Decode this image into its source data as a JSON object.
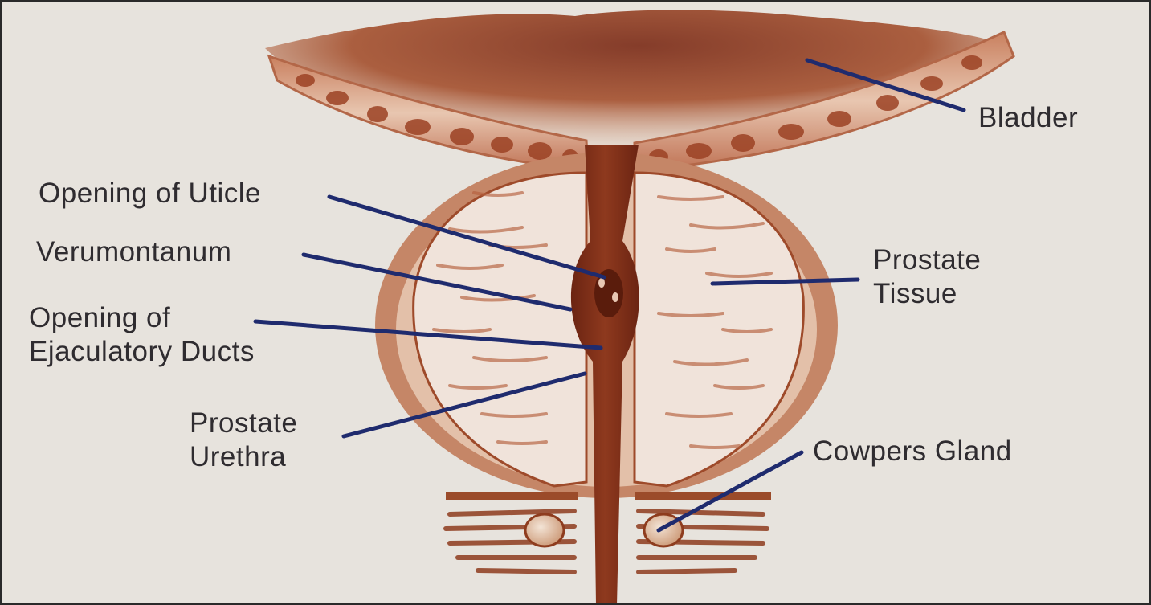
{
  "labels": {
    "bladder": "Bladder",
    "opening_of_uticle": "Opening of Uticle",
    "verumontanum": "Verumontanum",
    "opening_of_ejaculatory_ducts": [
      "Opening of",
      "Ejaculatory Ducts"
    ],
    "prostate_tissue": [
      "Prostate",
      "Tissue"
    ],
    "prostate_urethra": [
      "Prostate",
      "Urethra"
    ],
    "cowpers_gland": "Cowpers Gland"
  },
  "colors": {
    "background": "#e7e3dd",
    "tissue_dark": "#6e2412",
    "tissue_mid": "#a6512f",
    "tissue_light": "#d9a98f",
    "leader_line": "#1f2b6e",
    "label_text": "#2f2c30"
  }
}
